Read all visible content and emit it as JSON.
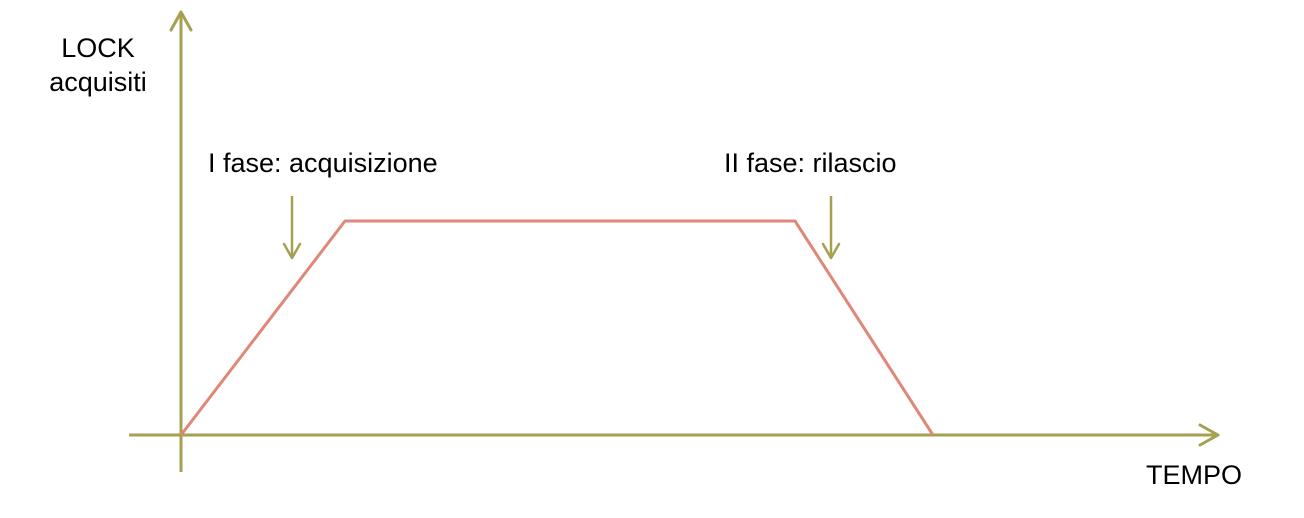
{
  "colors": {
    "axis": "#a5a052",
    "curve": "#e0877a",
    "text": "#000000",
    "background": "#ffffff"
  },
  "axes": {
    "y_label_line1": "LOCK",
    "y_label_line2": "acquisiti",
    "x_label": "TEMPO"
  },
  "annotations": {
    "phase1": "I fase: acquisizione",
    "phase2": "II fase: rilascio"
  },
  "icons": {
    "axis_arrowheads": "open-chevron-arrow",
    "annotation_arrows": "down-arrow"
  }
}
